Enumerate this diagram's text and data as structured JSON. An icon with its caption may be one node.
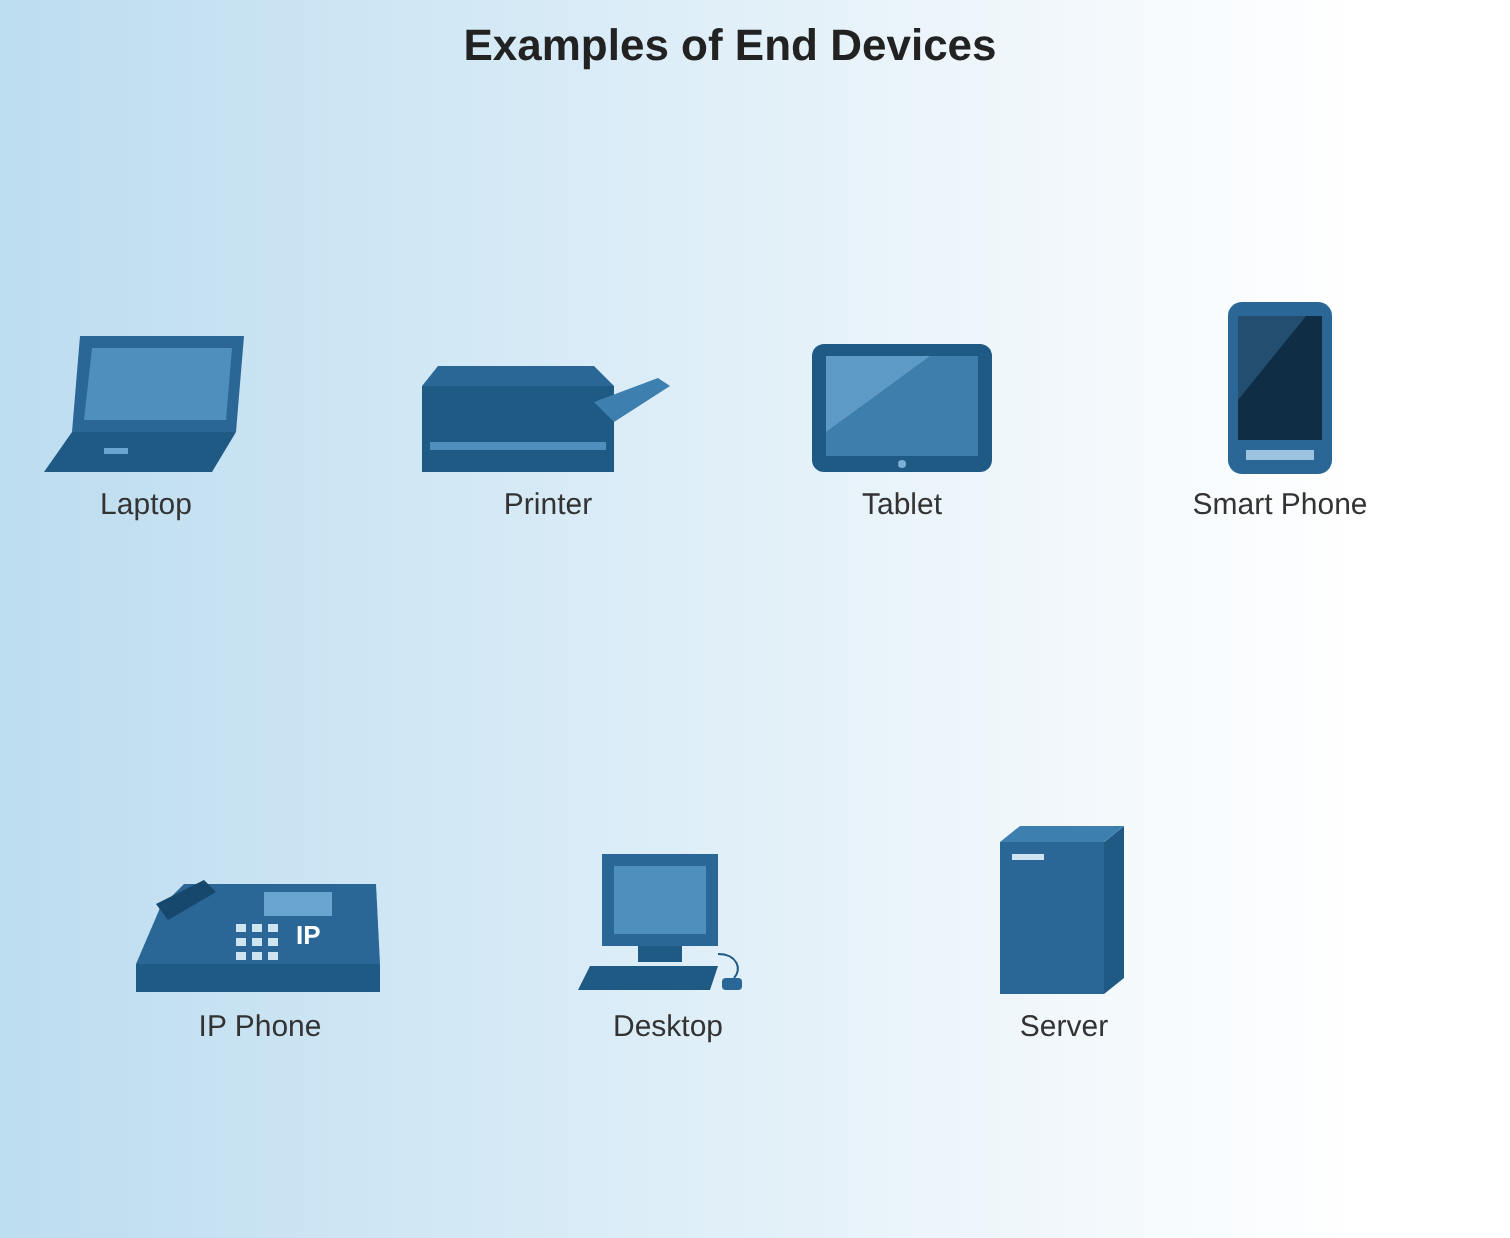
{
  "diagram": {
    "title": "Examples of End Devices",
    "nodes": [
      {
        "text": [],
        "shape": "picture",
        "beside": [
          "Laptop"
        ]
      },
      {
        "text": [],
        "shape": "picture",
        "beside": [
          "Printer"
        ]
      },
      {
        "text": [],
        "shape": "picture",
        "beside": [
          "Tablet"
        ]
      },
      {
        "text": [],
        "shape": "picture",
        "beside": [
          "Smart Phone"
        ]
      },
      {
        "text": [
          "IP"
        ],
        "beside": [
          "IP Phone"
        ]
      },
      {
        "text": [],
        "shape": "picture",
        "beside": [
          "Desktop"
        ]
      },
      {
        "text": [],
        "shape": "picture",
        "beside": [
          "Server"
        ]
      }
    ]
  }
}
